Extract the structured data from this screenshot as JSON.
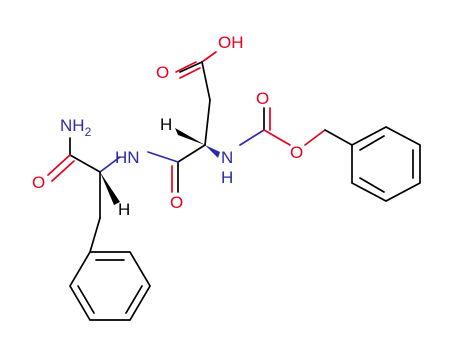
{
  "colors": {
    "oxygen": "#e8001d",
    "nitrogen": "#2a2aa8",
    "carbon": "#000000",
    "background": "#ffffff"
  },
  "labels": {
    "acid_oh": "OH",
    "acid_o": "O",
    "carbamate_o": "O",
    "ester_o": "O",
    "amide_o": "O",
    "amide_nh_left": "HN",
    "carbamate_nh_n": "N",
    "carbamate_nh_h": "H",
    "nh2_n": "NH",
    "nh2_sub": "2",
    "terminal_amide_o": "O",
    "stereo_h_upper": "H",
    "stereo_h_lower": "H"
  }
}
